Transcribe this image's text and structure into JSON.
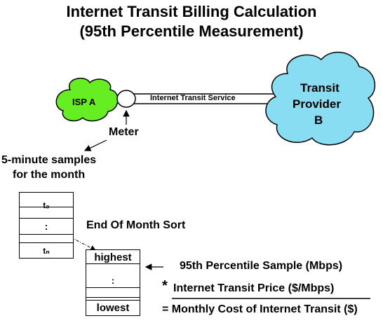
{
  "title": {
    "line1": "Internet Transit Billing Calculation",
    "line2": "(95th Percentile Measurement)"
  },
  "nodes": {
    "isp": "ISP A",
    "provider_line1": "Transit",
    "provider_line2": "Provider",
    "provider_line3": "B",
    "link_label": "Internet Transit Service",
    "meter": "Meter"
  },
  "samples": {
    "label_line1": "5-minute samples",
    "label_line2": "for the month",
    "cells": [
      "t₀",
      ":",
      "tₙ"
    ]
  },
  "sorted": {
    "label": "End Of Month Sort",
    "cells": [
      "highest",
      ":",
      "lowest"
    ]
  },
  "formula": {
    "line1": "95th Percentile Sample (Mbps)",
    "multiply": "*",
    "line2": "Internet Transit Price ($/Mbps)",
    "line3": "= Monthly Cost of Internet Transit ($)"
  },
  "colors": {
    "isp_fill": "#66ee22",
    "provider_fill": "#88ddf2",
    "stroke": "#000000"
  }
}
